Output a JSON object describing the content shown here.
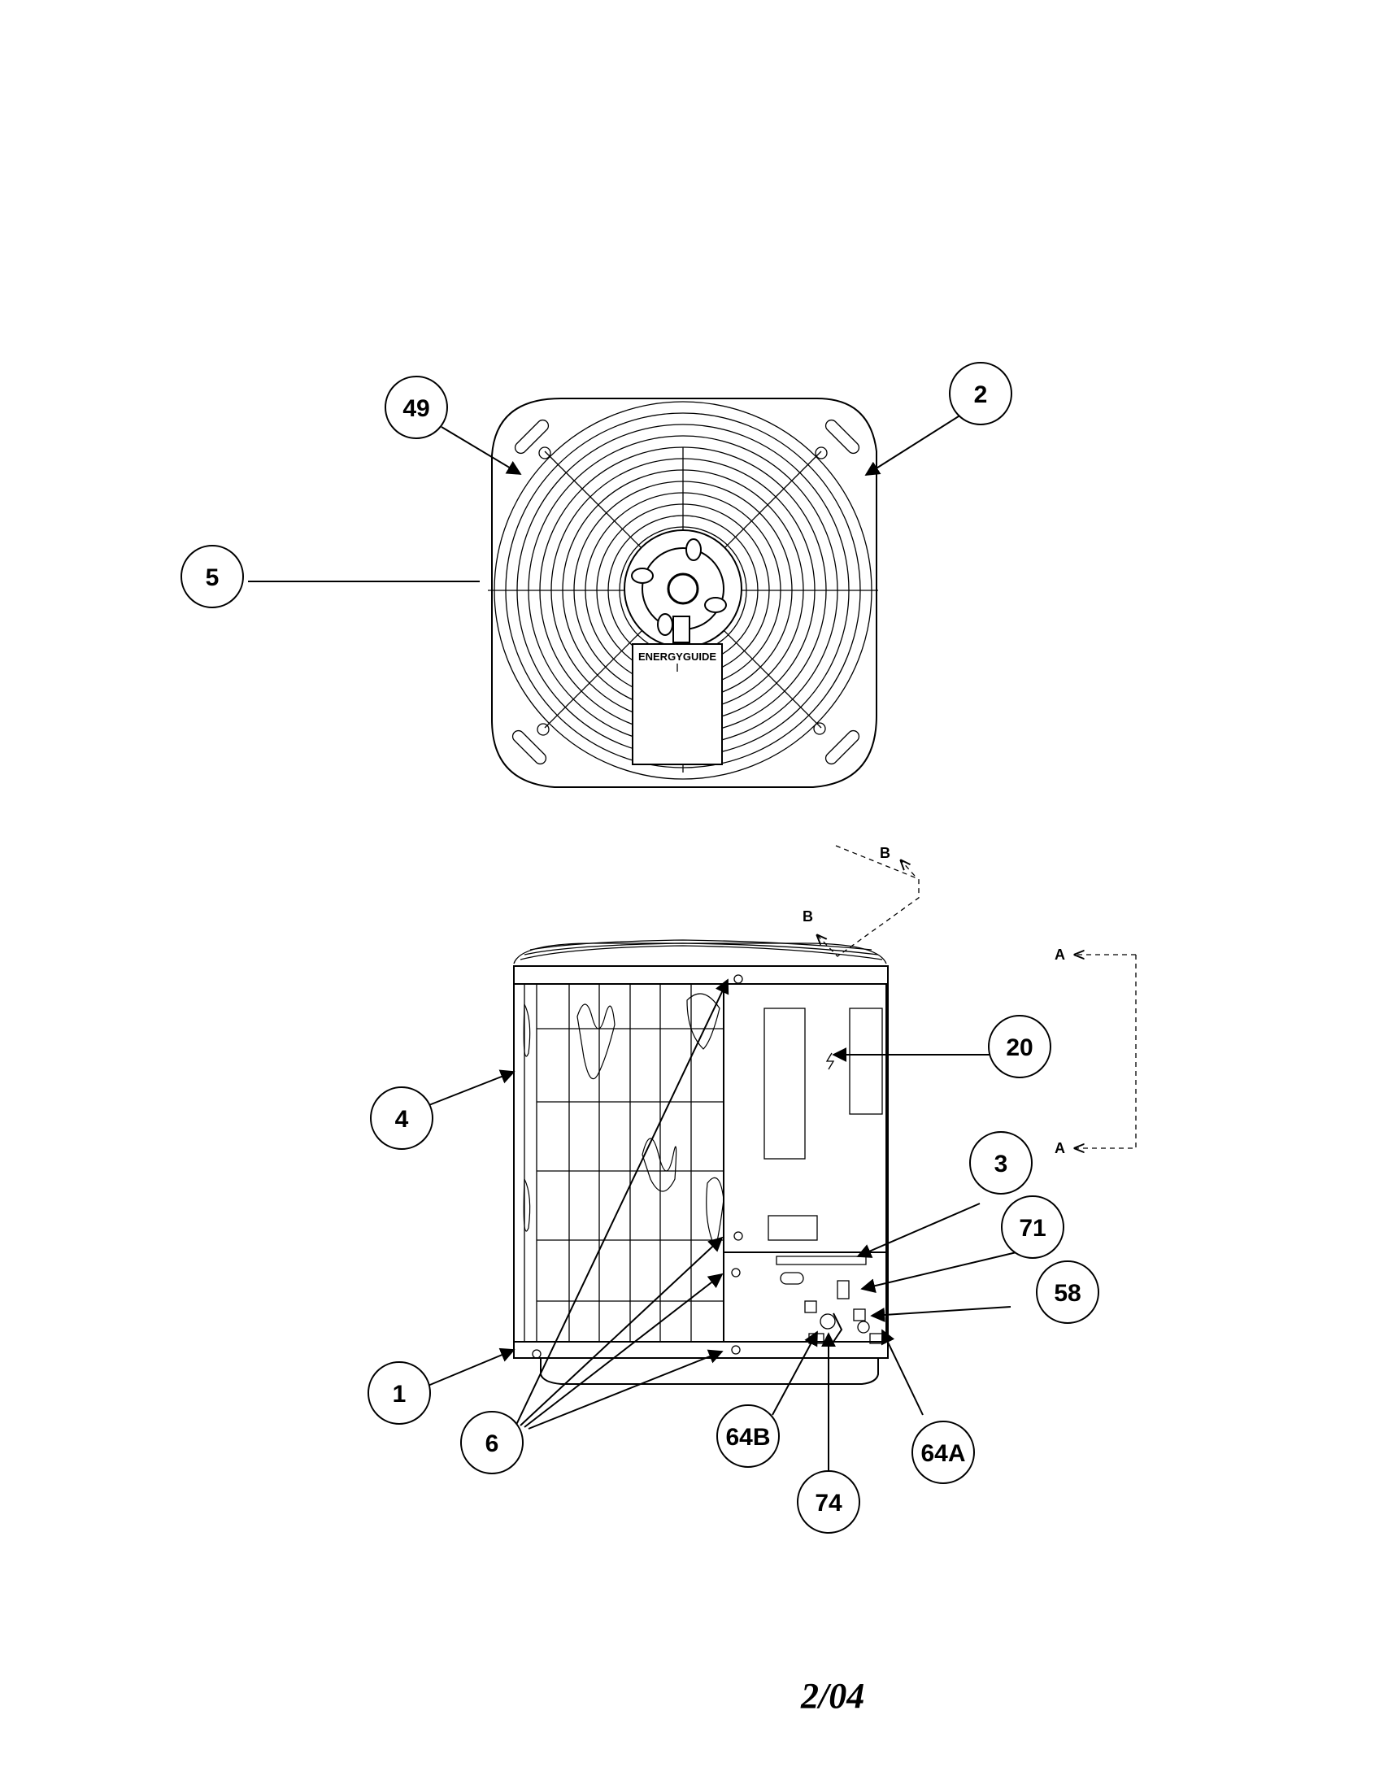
{
  "callouts": {
    "c49": "49",
    "c2": "2",
    "c5": "5",
    "c4": "4",
    "c20": "20",
    "c3": "3",
    "c71": "71",
    "c58": "58",
    "c1": "1",
    "c6": "6",
    "c64b": "64B",
    "c74": "74",
    "c64a": "64A"
  },
  "section_marks": {
    "b_upper": "B",
    "b_lower": "B",
    "a_upper": "A",
    "a_lower": "A"
  },
  "fan_label": "ENERGYGUIDE",
  "footer_date": "2/04"
}
